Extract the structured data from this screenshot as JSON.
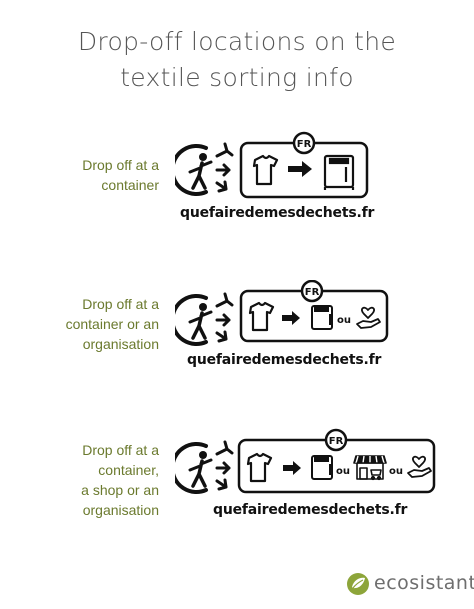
{
  "title": {
    "line1": "Drop-off locations on the",
    "line2": "textile sorting info"
  },
  "sections": [
    {
      "lines": [
        "Drop off at a",
        "container"
      ],
      "badge": "FR",
      "url": "quefairedemesdechets.fr",
      "destinations": [
        "container"
      ]
    },
    {
      "lines": [
        "Drop off at a",
        "container or an",
        "organisation"
      ],
      "badge": "FR",
      "ou": "ou",
      "url": "quefairedemesdechets.fr",
      "destinations": [
        "container",
        "organisation"
      ]
    },
    {
      "lines": [
        "Drop off at a",
        "container,",
        "a shop or an",
        "organisation"
      ],
      "badge": "FR",
      "ou1": "ou",
      "ou2": "ou",
      "url": "quefairedemesdechets.fr",
      "destinations": [
        "container",
        "shop",
        "organisation"
      ]
    }
  ],
  "icons": [
    "triman-icon",
    "tshirt-icon",
    "arrow-right-icon",
    "container-icon",
    "shop-icon",
    "hand-heart-icon"
  ],
  "brand": {
    "name": "ecosistant",
    "accent": "#6b7a2e",
    "logo_color": "#8da53a"
  }
}
